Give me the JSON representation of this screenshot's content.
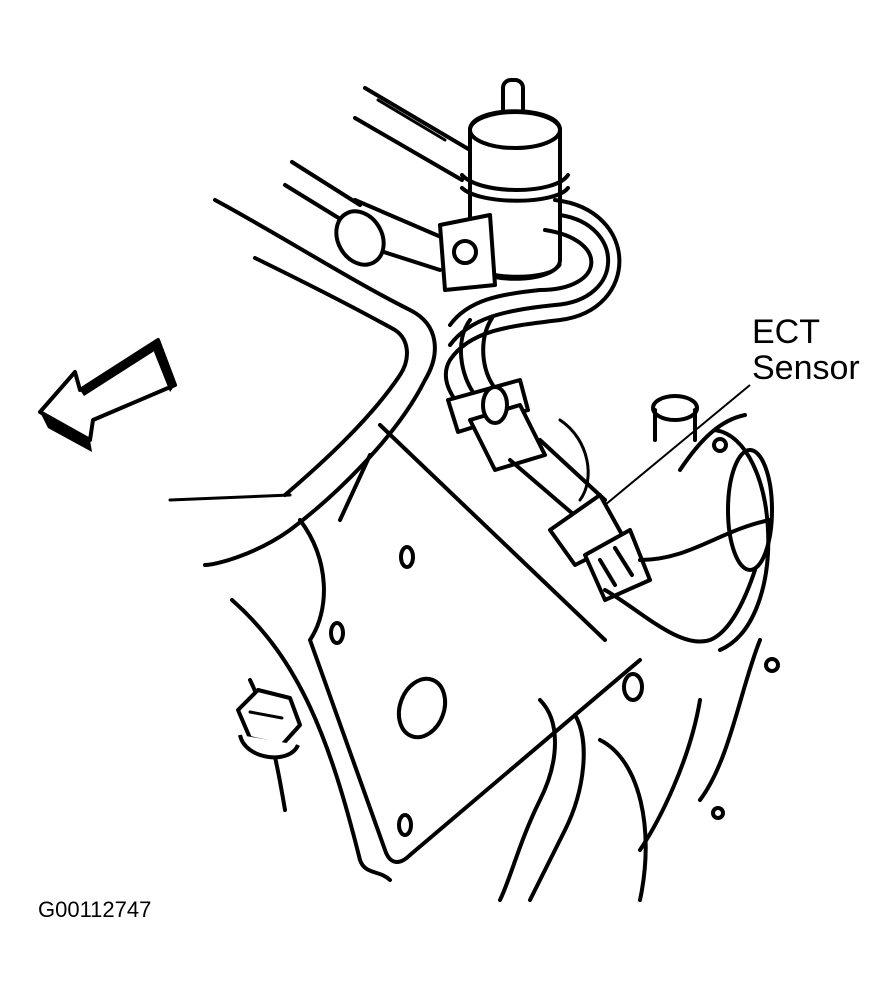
{
  "callout": {
    "line1": "ECT",
    "line2": "Sensor"
  },
  "figure_id": "G00112747",
  "colors": {
    "ink": "#000000",
    "paper": "#ffffff"
  },
  "icons": {
    "direction_arrow": "forward-arrow-icon"
  }
}
